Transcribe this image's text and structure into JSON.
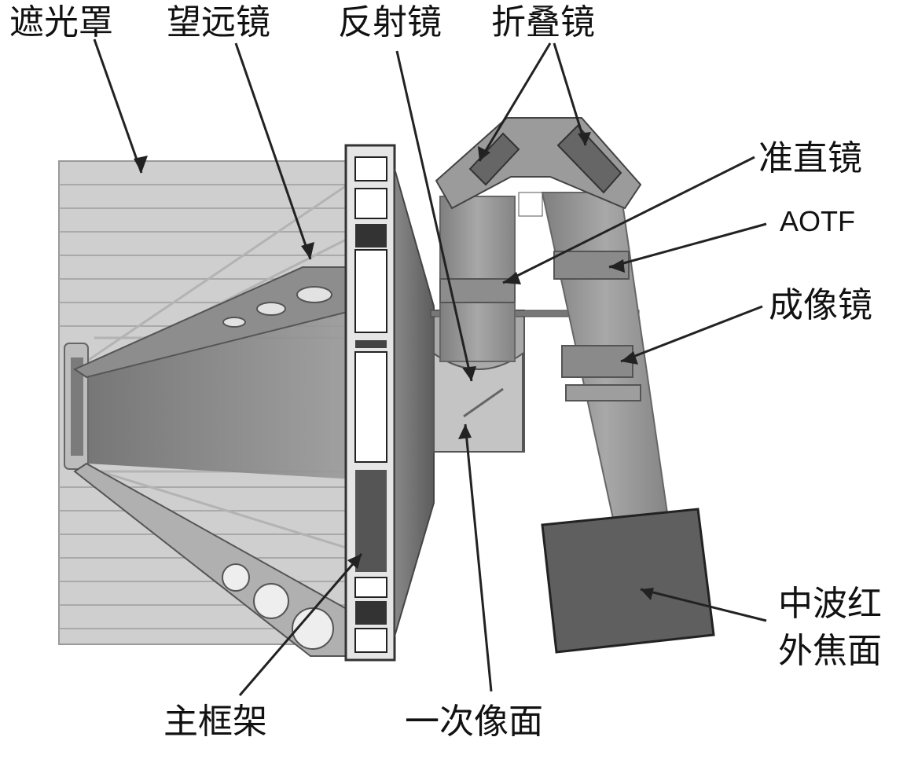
{
  "labels": {
    "sunshade": "遮光罩",
    "telescope": "望远镜",
    "reflector": "反射镜",
    "fold_mirror": "折叠镜",
    "collimator": "准直镜",
    "aotf": "AOTF",
    "imaging_lens": "成像镜",
    "mwir_focal_plane_line1": "中波红",
    "mwir_focal_plane_line2": "外焦面",
    "main_frame": "主框架",
    "primary_image_plane": "一次像面"
  },
  "colors": {
    "shade": "#c8c8c8",
    "frame_dark": "#555555",
    "frame_mid": "#8a8a8a",
    "tube": "#9a9a9a",
    "focal_plane": "#5e5e5e",
    "ink": "#111111"
  }
}
